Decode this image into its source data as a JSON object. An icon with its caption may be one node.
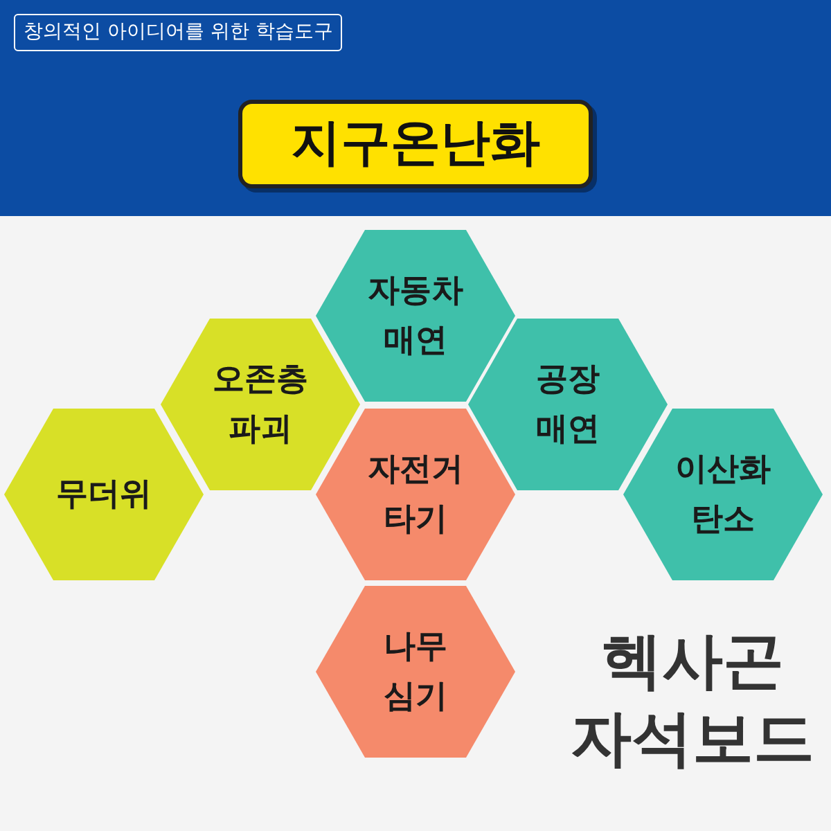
{
  "diagram": {
    "title": "지구온난화",
    "nodes": [
      {
        "text": [
          "자동차 매연"
        ]
      },
      {
        "text": [
          "오존층 파괴"
        ]
      },
      {
        "text": [
          "공장 매연"
        ]
      },
      {
        "text": [
          "무더위"
        ]
      },
      {
        "text": [
          "자전거 타기"
        ]
      },
      {
        "text": [
          "이산화 탄소"
        ]
      },
      {
        "text": [
          "나무 심기"
        ]
      }
    ],
    "labels": [
      "창의적인 아이디어를 위한 학습도구",
      "헥사곤 자석보드"
    ]
  }
}
